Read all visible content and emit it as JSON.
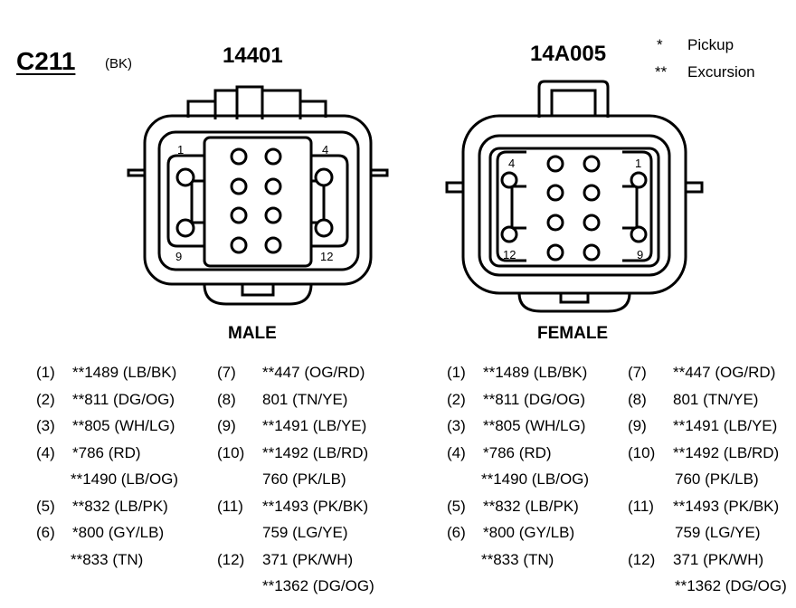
{
  "connector": {
    "id": "C211",
    "color": "(BK)"
  },
  "legend": {
    "items": [
      {
        "symbol": "*",
        "text": "Pickup"
      },
      {
        "symbol": "**",
        "text": "Excursion"
      }
    ]
  },
  "male": {
    "part": "14401",
    "label": "MALE",
    "corner_numbers": [
      "1",
      "4",
      "9",
      "12"
    ]
  },
  "female": {
    "part": "14A005",
    "label": "FEMALE",
    "corner_numbers": [
      "4",
      "1",
      "12",
      "9"
    ]
  },
  "pins_left": [
    {
      "num": "(1)",
      "lines": [
        "**1489 (LB/BK)"
      ]
    },
    {
      "num": "(2)",
      "lines": [
        "**811 (DG/OG)"
      ]
    },
    {
      "num": "(3)",
      "lines": [
        "**805 (WH/LG)"
      ]
    },
    {
      "num": "(4)",
      "lines": [
        "*786 (RD)",
        "**1490 (LB/OG)"
      ]
    },
    {
      "num": "(5)",
      "lines": [
        "**832 (LB/PK)"
      ]
    },
    {
      "num": "(6)",
      "lines": [
        "*800 (GY/LB)",
        "**833 (TN)"
      ]
    }
  ],
  "pins_right": [
    {
      "num": "(7)",
      "lines": [
        "**447 (OG/RD)"
      ]
    },
    {
      "num": "(8)",
      "lines": [
        "801 (TN/YE)"
      ]
    },
    {
      "num": "(9)",
      "lines": [
        "**1491 (LB/YE)"
      ]
    },
    {
      "num": "(10)",
      "lines": [
        "**1492 (LB/RD)",
        "760 (PK/LB)"
      ]
    },
    {
      "num": "(11)",
      "lines": [
        "**1493 (PK/BK)",
        "759 (LG/YE)"
      ]
    },
    {
      "num": "(12)",
      "lines": [
        "371 (PK/WH)",
        "**1362 (DG/OG)"
      ]
    }
  ]
}
